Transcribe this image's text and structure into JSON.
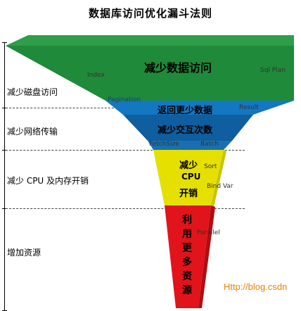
{
  "title": "数据库访问优化漏斗法则",
  "side_labels": {
    "level1": "减少磁盘访问",
    "level2": "减少网络传输",
    "level3": "减少 CPU 及内存开销",
    "level4": "增加资源"
  },
  "funnel": {
    "level1": {
      "main": "减少数据访问",
      "tags": {
        "index": "Index",
        "sql_plan": "Sql Plan",
        "pagination": "Pagination"
      }
    },
    "level2a": {
      "main": "返回更少数据",
      "tags": {
        "result": "Result"
      }
    },
    "level2b": {
      "main": "减少交互次数",
      "tags": {
        "fetchsize": "FetchSize",
        "batch": "Batch"
      }
    },
    "level3": {
      "main": [
        "减少",
        "CPU",
        "开销"
      ],
      "tags": {
        "sort": "Sort",
        "bind_var": "Bind Var"
      }
    },
    "level4": {
      "main": [
        "利",
        "用",
        "更",
        "多",
        "资",
        "源"
      ],
      "tags": {
        "parallel": "Parallel"
      }
    }
  },
  "watermark": "Http://blog.csdn",
  "colors": {
    "green": "#1f8a3a",
    "green_top": "#2e9e4a",
    "blue": "#1377c2",
    "blue_dark": "#0e5ea0",
    "yellow": "#e5e000",
    "red": "#e0141a"
  }
}
